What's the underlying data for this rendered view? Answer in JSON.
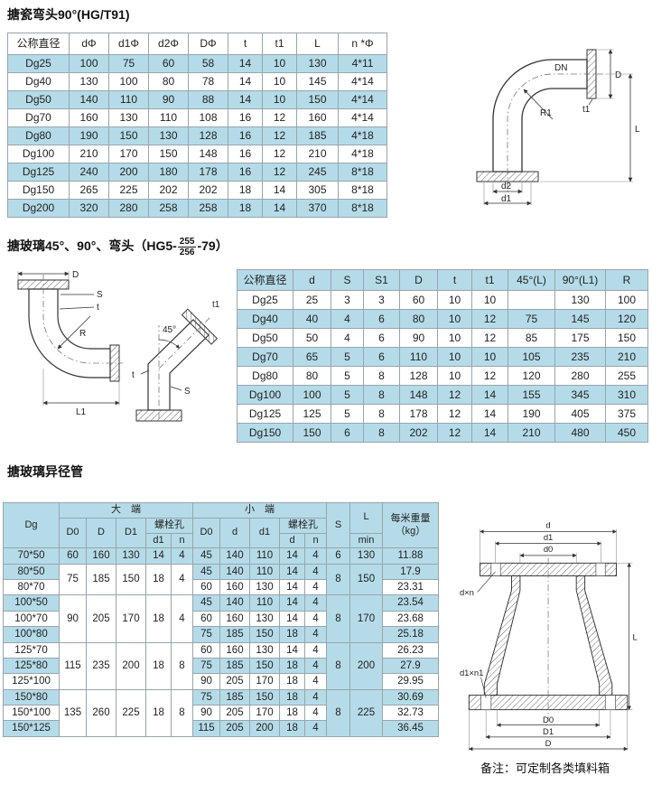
{
  "colors": {
    "row_blue": "#b5dbe8",
    "border": "#97a5ad",
    "text": "#222222"
  },
  "section1": {
    "title": "搪瓷弯头90°(HG/T91)",
    "table": {
      "widths": [
        68,
        44,
        44,
        44,
        44,
        38,
        38,
        46,
        54
      ],
      "header": [
        [
          "公称直径",
          "dΦ",
          "d1Φ",
          "d2Φ",
          "DΦ",
          "t",
          "t1",
          "L",
          "n *Φ"
        ]
      ],
      "rows": [
        [
          "Dg25",
          "100",
          "75",
          "60",
          "58",
          "14",
          "10",
          "130",
          "4*11"
        ],
        [
          "Dg40",
          "130",
          "100",
          "80",
          "78",
          "14",
          "10",
          "145",
          "4*14"
        ],
        [
          "Dg50",
          "140",
          "110",
          "90",
          "88",
          "14",
          "10",
          "150",
          "4*14"
        ],
        [
          "Dg70",
          "160",
          "130",
          "110",
          "108",
          "16",
          "12",
          "160",
          "4*14"
        ],
        [
          "Dg80",
          "190",
          "150",
          "130",
          "128",
          "16",
          "12",
          "185",
          "4*18"
        ],
        [
          "Dg100",
          "210",
          "170",
          "150",
          "148",
          "16",
          "12",
          "210",
          "4*18"
        ],
        [
          "Dg125",
          "240",
          "200",
          "180",
          "178",
          "16",
          "12",
          "245",
          "8*18"
        ],
        [
          "Dg150",
          "265",
          "225",
          "202",
          "202",
          "18",
          "14",
          "305",
          "8*18"
        ],
        [
          "Dg200",
          "320",
          "280",
          "258",
          "258",
          "18",
          "14",
          "370",
          "8*18"
        ]
      ]
    },
    "drawing_labels": {
      "DN": "DN",
      "D": "D",
      "t1": "t1",
      "L": "L",
      "R1": "R1",
      "d1": "d1",
      "d2": "d2"
    }
  },
  "section2": {
    "title_prefix": "搪玻璃45°、90°、弯头（HG5-",
    "frac_top": "255",
    "frac_bottom": "256",
    "title_suffix": "-79）",
    "table": {
      "widths": [
        62,
        42,
        36,
        40,
        42,
        38,
        40,
        52,
        56,
        47
      ],
      "header": [
        [
          "公称直径",
          "d",
          "S",
          "S1",
          "D",
          "t",
          "t1",
          "45°(L)",
          "90°(L1)",
          "R"
        ]
      ],
      "rows": [
        [
          "Dg25",
          "25",
          "3",
          "3",
          "60",
          "10",
          "10",
          "",
          "130",
          "100"
        ],
        [
          "Dg40",
          "40",
          "4",
          "6",
          "80",
          "10",
          "12",
          "75",
          "145",
          "120"
        ],
        [
          "Dg50",
          "50",
          "4",
          "6",
          "90",
          "10",
          "12",
          "85",
          "175",
          "150"
        ],
        [
          "Dg70",
          "65",
          "5",
          "6",
          "110",
          "10",
          "10",
          "105",
          "235",
          "210"
        ],
        [
          "Dg80",
          "80",
          "5",
          "8",
          "128",
          "10",
          "12",
          "120",
          "280",
          "255"
        ],
        [
          "Dg100",
          "100",
          "5",
          "8",
          "148",
          "12",
          "14",
          "155",
          "345",
          "310"
        ],
        [
          "Dg125",
          "125",
          "5",
          "8",
          "178",
          "12",
          "14",
          "190",
          "405",
          "375"
        ],
        [
          "Dg150",
          "150",
          "6",
          "8",
          "202",
          "12",
          "14",
          "210",
          "480",
          "450"
        ]
      ]
    },
    "drawing_labels": {
      "D": "D",
      "S": "S",
      "t": "t",
      "R": "R",
      "L1": "L1",
      "angle": "45°",
      "t1": "t1",
      "S2": "S",
      "t2": "t"
    }
  },
  "section3": {
    "title": "搪玻璃异径管",
    "table": {
      "widths": [
        62,
        30,
        33,
        33,
        28,
        24,
        30,
        33,
        33,
        28,
        24,
        26,
        36,
        62
      ],
      "header": [
        [
          {
            "t": "Dg",
            "rs": 3
          },
          {
            "t": "大　端",
            "cs": 5
          },
          {
            "t": "小　端",
            "cs": 5
          },
          {
            "t": "S",
            "rs": 3
          },
          {
            "t": "L",
            "rs": 2
          },
          {
            "t": "每米重量\n（kg）",
            "rs": 3
          }
        ],
        [
          {
            "t": "D0",
            "rs": 2
          },
          {
            "t": "D",
            "rs": 2
          },
          {
            "t": "D1",
            "rs": 2
          },
          {
            "t": "螺栓孔",
            "cs": 2
          },
          {
            "t": "D0",
            "rs": 2
          },
          {
            "t": "d",
            "rs": 2
          },
          {
            "t": "d1",
            "rs": 2
          },
          {
            "t": "螺栓孔",
            "cs": 2
          }
        ],
        [
          {
            "t": "d1"
          },
          {
            "t": "n"
          },
          {
            "t": "d"
          },
          {
            "t": "n"
          },
          {
            "t": "min"
          }
        ]
      ],
      "rows": [
        [
          "70*50",
          "60",
          "160",
          "130",
          "14",
          "4",
          "45",
          "140",
          "110",
          "14",
          "4",
          "6",
          "130",
          "11.88"
        ],
        [
          "80*50",
          {
            "t": "75",
            "rs": 2,
            "cls": "mw"
          },
          {
            "t": "185",
            "rs": 2,
            "cls": "mw"
          },
          {
            "t": "150",
            "rs": 2,
            "cls": "mw"
          },
          {
            "t": "18",
            "rs": 2,
            "cls": "mw"
          },
          {
            "t": "4",
            "rs": 2,
            "cls": "mw"
          },
          "45",
          "140",
          "110",
          "14",
          "4",
          {
            "t": "8",
            "rs": 2,
            "cls": "mb"
          },
          {
            "t": "150",
            "rs": 2,
            "cls": "mb"
          },
          "17.9"
        ],
        [
          "80*70",
          "60",
          "160",
          "130",
          "14",
          "4",
          "23.31"
        ],
        [
          "100*50",
          {
            "t": "90",
            "rs": 3,
            "cls": "mw"
          },
          {
            "t": "205",
            "rs": 3,
            "cls": "mw"
          },
          {
            "t": "170",
            "rs": 3,
            "cls": "mw"
          },
          {
            "t": "18",
            "rs": 3,
            "cls": "mw"
          },
          {
            "t": "4",
            "rs": 3,
            "cls": "mw"
          },
          "45",
          "140",
          "110",
          "14",
          "4",
          {
            "t": "8",
            "rs": 3,
            "cls": "mb"
          },
          {
            "t": "170",
            "rs": 3,
            "cls": "mb"
          },
          "23.54"
        ],
        [
          "100*70",
          "60",
          "160",
          "130",
          "14",
          "4",
          "23.68"
        ],
        [
          "100*80",
          "75",
          "185",
          "150",
          "18",
          "4",
          "25.18"
        ],
        [
          "125*70",
          {
            "t": "115",
            "rs": 3,
            "cls": "mw"
          },
          {
            "t": "235",
            "rs": 3,
            "cls": "mw"
          },
          {
            "t": "200",
            "rs": 3,
            "cls": "mw"
          },
          {
            "t": "18",
            "rs": 3,
            "cls": "mw"
          },
          {
            "t": "8",
            "rs": 3,
            "cls": "mw"
          },
          "60",
          "160",
          "130",
          "14",
          "4",
          {
            "t": "8",
            "rs": 3,
            "cls": "mb"
          },
          {
            "t": "200",
            "rs": 3,
            "cls": "mb"
          },
          "26.23"
        ],
        [
          "125*80",
          "75",
          "185",
          "150",
          "18",
          "4",
          "27.9"
        ],
        [
          "125*100",
          "90",
          "205",
          "170",
          "18",
          "4",
          "29.95"
        ],
        [
          "150*80",
          {
            "t": "135",
            "rs": 3,
            "cls": "mw"
          },
          {
            "t": "260",
            "rs": 3,
            "cls": "mw"
          },
          {
            "t": "225",
            "rs": 3,
            "cls": "mw"
          },
          {
            "t": "18",
            "rs": 3,
            "cls": "mw"
          },
          {
            "t": "8",
            "rs": 3,
            "cls": "mw"
          },
          "75",
          "185",
          "150",
          "18",
          "4",
          {
            "t": "8",
            "rs": 3,
            "cls": "mb"
          },
          {
            "t": "225",
            "rs": 3,
            "cls": "mb"
          },
          "30.69"
        ],
        [
          "150*100",
          "90",
          "205",
          "170",
          "18",
          "4",
          "32.73"
        ],
        [
          "150*125",
          "115",
          "205",
          "200",
          "18",
          "4",
          "36.45"
        ]
      ]
    },
    "drawing_labels": {
      "d": "d",
      "d1": "d1",
      "d0": "d0",
      "dxn": "d×n",
      "d1xn1": "d1×n1",
      "D0": "D0",
      "D1": "D1",
      "D": "D",
      "L": "L"
    },
    "note": "备注：可定制各类填料箱"
  }
}
